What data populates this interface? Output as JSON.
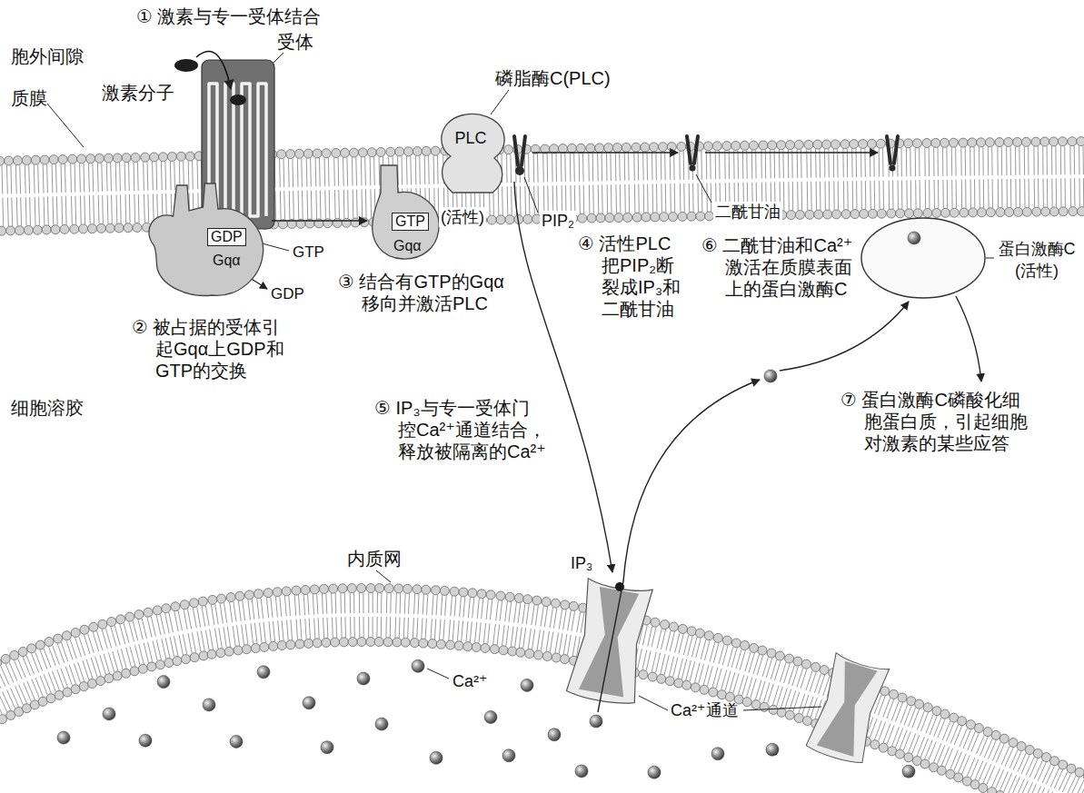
{
  "diagram": {
    "nodes": [
      {
        "text": [
          "GDP",
          "Gqα"
        ]
      },
      {
        "text": [
          "GTP",
          "Gqα"
        ]
      },
      {
        "text": [
          "PLC"
        ]
      }
    ],
    "edges": [
      {
        "from": 0,
        "to": 1,
        "arrow": "to"
      }
    ],
    "labels": [
      "① 激素与专一受体结合",
      "胞外间隙",
      "质膜",
      "激素分子",
      "受体",
      "磷脂酶C(PLC)",
      "(活性)",
      "PIP₂",
      "二酰甘油",
      "蛋白激酶C (活性)",
      "GTP",
      "GDP",
      "② 被占据的受体引起Gqα上GDP和GTP的交换",
      "③ 结合有GTP的Gqα移向并激活PLC",
      "④ 活性PLC把PIP₂断裂成IP₃和二酰甘油",
      "⑥ 二酰甘油和Ca²⁺激活在质膜表面上的蛋白激酶C",
      "⑤ IP₃与专一受体门控Ca²⁺通道结合，释放被隔离的Ca²⁺",
      "⑦ 蛋白激酶C磷酸化细胞蛋白质，引起细胞对激素的某些应答",
      "细胞溶胶",
      "内质网",
      "IP₃",
      "Ca²⁺",
      "Ca²⁺通道"
    ]
  }
}
